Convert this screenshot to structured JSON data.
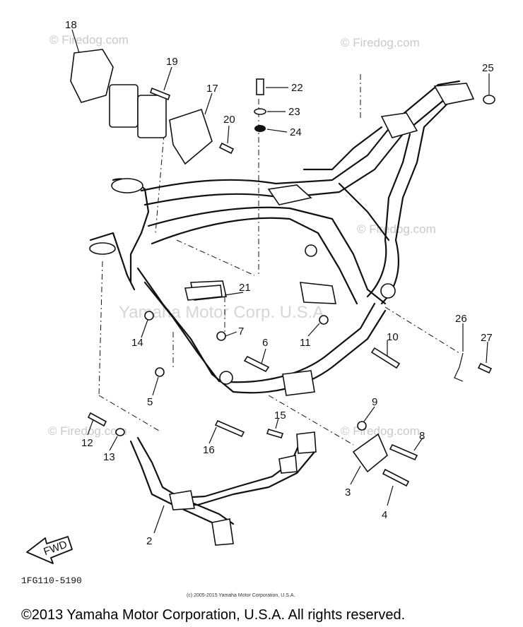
{
  "watermark": {
    "site": "© Firedog.com",
    "brand": "Yamaha Motor Corp. U.S.A."
  },
  "callouts": [
    {
      "num": "18"
    },
    {
      "num": "19"
    },
    {
      "num": "17"
    },
    {
      "num": "22"
    },
    {
      "num": "23"
    },
    {
      "num": "24"
    },
    {
      "num": "20"
    },
    {
      "num": "25"
    },
    {
      "num": "21"
    },
    {
      "num": "14"
    },
    {
      "num": "7"
    },
    {
      "num": "6"
    },
    {
      "num": "11"
    },
    {
      "num": "10"
    },
    {
      "num": "26"
    },
    {
      "num": "27"
    },
    {
      "num": "5"
    },
    {
      "num": "9"
    },
    {
      "num": "15"
    },
    {
      "num": "8"
    },
    {
      "num": "12"
    },
    {
      "num": "13"
    },
    {
      "num": "16"
    },
    {
      "num": "3"
    },
    {
      "num": "4"
    },
    {
      "num": "2"
    }
  ],
  "fwd_label": "FWD",
  "diagram_code": "1FG110-5190",
  "small_copyright": "(c) 2005-2015 Yamaha Motor Corporation, U.S.A.",
  "footer_copyright": "©2013 Yamaha Motor Corporation, U.S.A. All rights reserved."
}
